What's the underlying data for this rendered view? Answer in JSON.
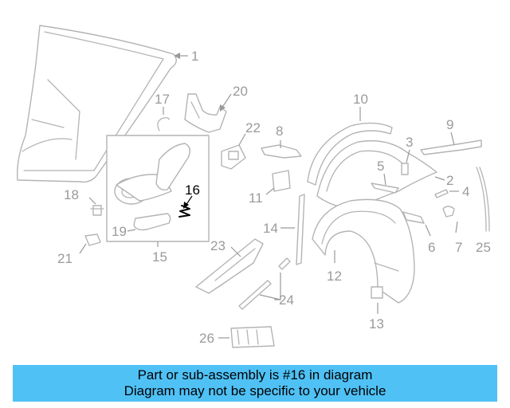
{
  "callouts": {
    "c1": "1",
    "c2": "2",
    "c3": "3",
    "c4": "4",
    "c5": "5",
    "c6": "6",
    "c7": "7",
    "c8": "8",
    "c9": "9",
    "c10": "10",
    "c11": "11",
    "c12": "12",
    "c13": "13",
    "c14": "14",
    "c15": "15",
    "c16": "16",
    "c17": "17",
    "c18": "18",
    "c19": "19",
    "c20": "20",
    "c21": "21",
    "c22": "22",
    "c23": "23",
    "c24": "24",
    "c25": "25",
    "c26": "26"
  },
  "highlighted_part": "16",
  "colors": {
    "banner": "#4fc1f5",
    "lines": "#b4b4b4",
    "callout_text": "#9a9a9a",
    "highlight": "#000000"
  },
  "banner": {
    "line1": "Part or sub-assembly is #16 in diagram",
    "line2": "Diagram may not be specific to your vehicle"
  }
}
